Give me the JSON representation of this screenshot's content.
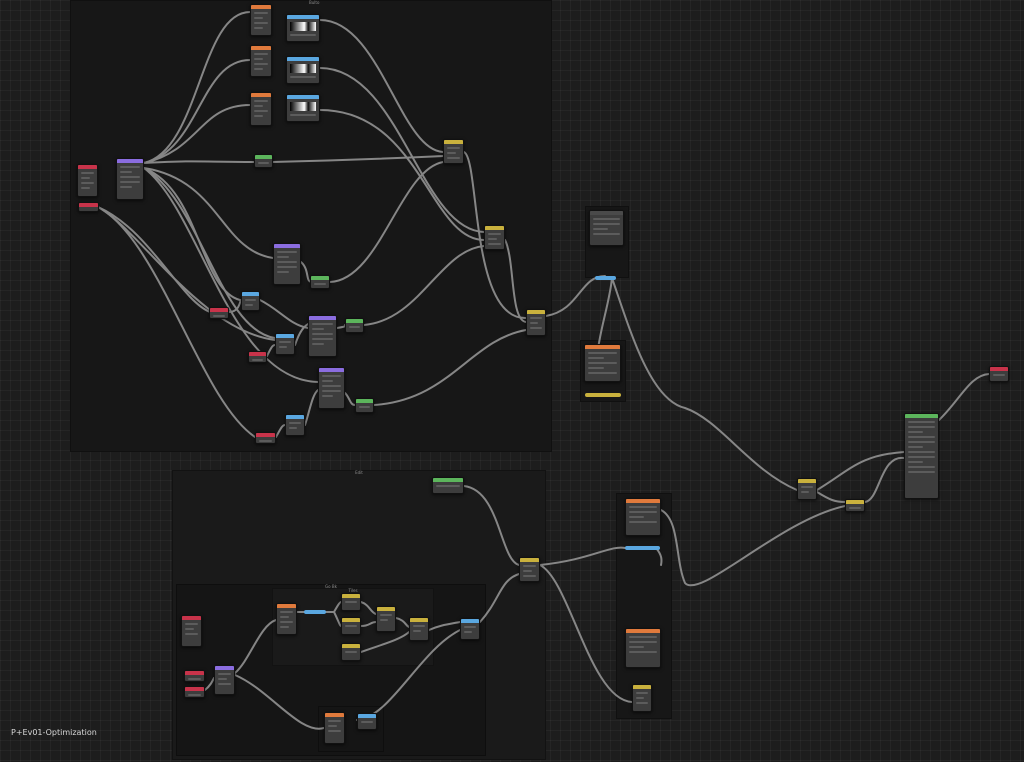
{
  "editor": {
    "title": "P+Ev01-Optimization",
    "background": "#1d1d1d",
    "link_color": "#8c8c8c"
  },
  "frames": {
    "top_label": "Bulto",
    "bottom_label": "Edit",
    "inner_label": "Go Bk",
    "sub_label": "Tiles"
  },
  "node_colors": {
    "input": "#c8334a",
    "converter": "#8b6de0",
    "texture": "#e07a3c",
    "vector": "#5aa7e0",
    "color": "#c9b13d",
    "shader": "#5cb55c",
    "output": "#c8334a"
  },
  "icons": {
    "reroute": "reroute-dot"
  }
}
